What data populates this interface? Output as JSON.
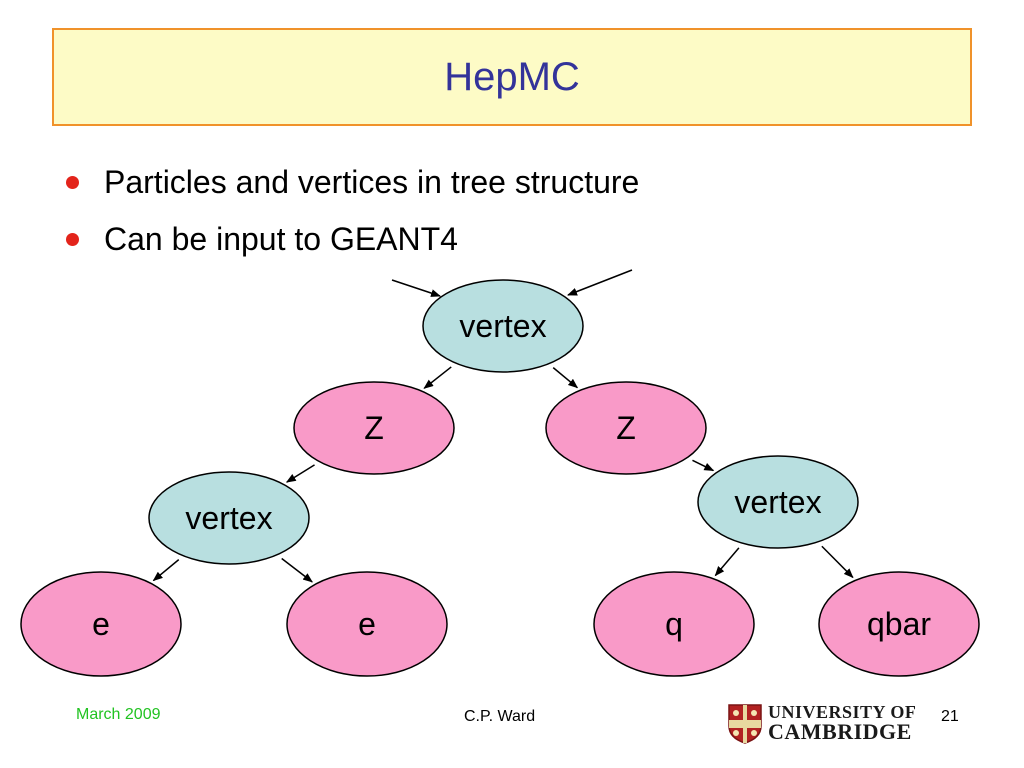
{
  "title": "HepMC",
  "bullets": [
    "Particles and vertices in tree structure",
    "Can be input to GEANT4"
  ],
  "diagram": {
    "nodes": [
      {
        "id": "v1",
        "label": "vertex",
        "kind": "vertex"
      },
      {
        "id": "z1",
        "label": "Z",
        "kind": "particle"
      },
      {
        "id": "z2",
        "label": "Z",
        "kind": "particle"
      },
      {
        "id": "v2",
        "label": "vertex",
        "kind": "vertex"
      },
      {
        "id": "v3",
        "label": "vertex",
        "kind": "vertex"
      },
      {
        "id": "e1",
        "label": "e",
        "kind": "particle"
      },
      {
        "id": "e2",
        "label": "e",
        "kind": "particle"
      },
      {
        "id": "q",
        "label": "q",
        "kind": "particle"
      },
      {
        "id": "qbar",
        "label": "qbar",
        "kind": "particle"
      }
    ],
    "edges": [
      [
        "v1",
        "z1"
      ],
      [
        "v1",
        "z2"
      ],
      [
        "z1",
        "v2"
      ],
      [
        "z2",
        "v3"
      ],
      [
        "v2",
        "e1"
      ],
      [
        "v2",
        "e2"
      ],
      [
        "v3",
        "q"
      ],
      [
        "v3",
        "qbar"
      ]
    ],
    "colors": {
      "vertex": "#b8dfe0",
      "particle": "#f99ac8",
      "stroke": "#000000"
    }
  },
  "footer": {
    "date": "March 2009",
    "author": "C.P. Ward",
    "page": "21",
    "logo_line1": "UNIVERSITY OF",
    "logo_line2": "CAMBRIDGE",
    "date_color": "#22c322"
  }
}
